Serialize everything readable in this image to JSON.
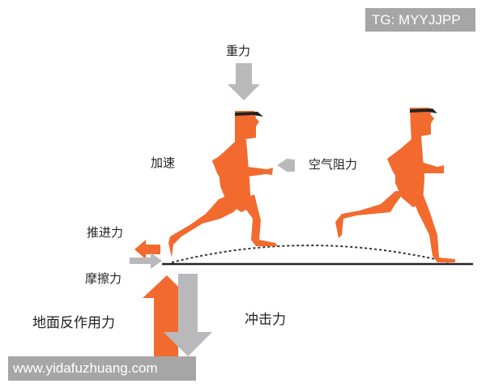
{
  "watermarks": {
    "top": "TG: MYYJJPP",
    "bottom": "www.yidafuzhuang.com"
  },
  "labels": {
    "gravity": "重力",
    "acceleration": "加速",
    "air_resistance": "空气阻力",
    "propulsion": "推进力",
    "friction": "摩擦力",
    "ground_reaction": "地面反作用力",
    "impact": "冲击力"
  },
  "colors": {
    "runner": "#f26a2e",
    "force_orange": "#f26a2e",
    "force_gray": "#b9b9bb",
    "ground": "#222222",
    "watermark_bg": "#a6a6a6"
  },
  "figures": [
    {
      "name": "runner-1",
      "description": "runner at foot strike, left"
    },
    {
      "name": "runner-2",
      "description": "runner at toe-off, right"
    }
  ]
}
